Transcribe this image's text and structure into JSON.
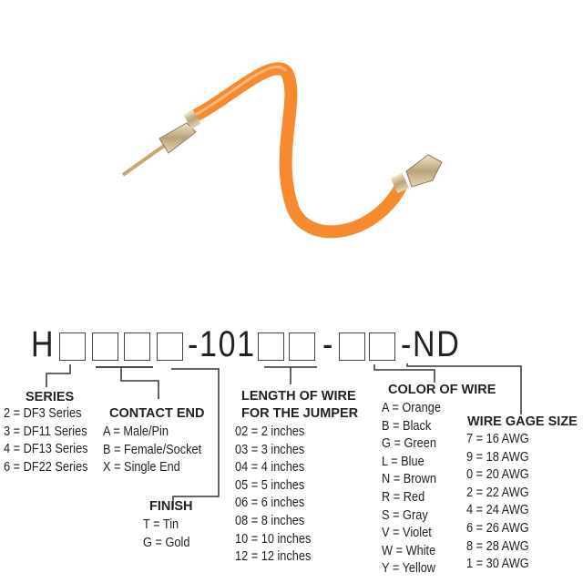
{
  "product_image": {
    "subject": "orange-jumper-wire",
    "wire_color": "#F7892F"
  },
  "part_number": {
    "prefix": "H",
    "middle": "-101",
    "dash": "-",
    "suffix": "-ND"
  },
  "series": {
    "heading": "SERIES",
    "items": [
      "2 = DF3 Series",
      "3 = DF11 Series",
      "4 = DF13 Series",
      "6 = DF22 Series"
    ]
  },
  "contact_end": {
    "heading": "CONTACT END",
    "items": [
      "A = Male/Pin",
      "B = Female/Socket",
      "X = Single End"
    ]
  },
  "finish": {
    "heading": "FINISH",
    "items": [
      "T = Tin",
      "G = Gold"
    ]
  },
  "length": {
    "heading_line1": "LENGTH OF WIRE",
    "heading_line2": "FOR THE JUMPER",
    "items": [
      "02 = 2 inches",
      "03 = 3 inches",
      "04 = 4 inches",
      "05 = 5 inches",
      "06 = 6 inches",
      "08 = 8 inches",
      "10 = 10 inches",
      "12 = 12 inches"
    ]
  },
  "color": {
    "heading": "COLOR OF WIRE",
    "items": [
      "A = Orange",
      "B = Black",
      "G = Green",
      "L = Blue",
      "N = Brown",
      "R = Red",
      "S = Gray",
      "V = Violet",
      "W = White",
      "Y = Yellow"
    ]
  },
  "gage": {
    "heading": "WIRE GAGE SIZE",
    "items": [
      "7 = 16 AWG",
      "9 = 18 AWG",
      "0 = 20 AWG",
      "2 = 22 AWG",
      "4 = 24 AWG",
      "6 = 26 AWG",
      "8 = 28 AWG",
      "1 = 30 AWG"
    ]
  }
}
